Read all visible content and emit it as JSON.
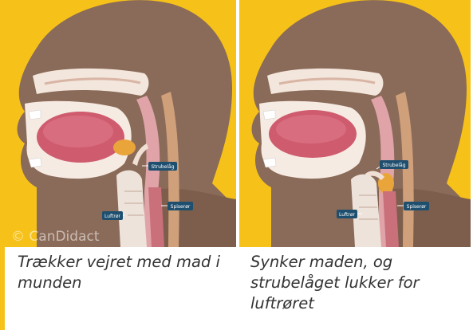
{
  "panels": [
    {
      "id": "breathing",
      "caption": "Trækker vejret med mad i munden",
      "labels": {
        "epiglottis": "Strubelåg",
        "trachea": "Luftrør",
        "esophagus": "Spiserør"
      },
      "watermark": "© CanDidact"
    },
    {
      "id": "swallowing",
      "caption": "Synker maden, og strubelåget lukker for luftrøret",
      "labels": {
        "epiglottis": "Strubelåg",
        "trachea": "Luftrør",
        "esophagus": "Spiserør"
      }
    }
  ],
  "colors": {
    "background": "#f6c21a",
    "head": "#8a6a58",
    "label_bg": "#1f4f6e",
    "caption_text": "#333333"
  }
}
